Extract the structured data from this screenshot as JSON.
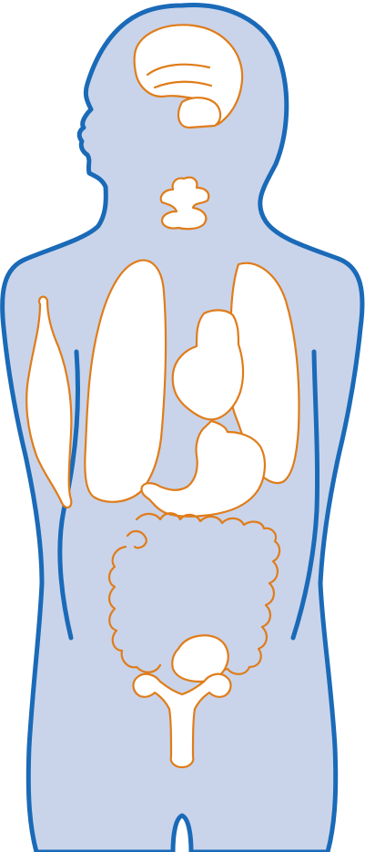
{
  "figure": {
    "type": "human-anatomy-organ-diagram",
    "colors": {
      "background": "#ffffff",
      "body_fill": "#c9d4ea",
      "body_outline": "#1a6ab8",
      "organ_fill": "#ffffff",
      "organ_outline": "#e07c1a"
    },
    "organs": [
      {
        "id": "brain",
        "icon": "brain-icon"
      },
      {
        "id": "pituitary",
        "icon": "pituitary-icon"
      },
      {
        "id": "thyroid",
        "icon": "thyroid-icon"
      },
      {
        "id": "muscle",
        "icon": "muscle-icon"
      },
      {
        "id": "lung-right",
        "icon": "lung-icon"
      },
      {
        "id": "lung-left",
        "icon": "lung-icon"
      },
      {
        "id": "heart",
        "icon": "heart-icon"
      },
      {
        "id": "stomach",
        "icon": "stomach-icon"
      },
      {
        "id": "colon",
        "icon": "colon-icon"
      },
      {
        "id": "small-intestine",
        "icon": "small-intestine-icon"
      },
      {
        "id": "uterus",
        "icon": "uterus-icon"
      }
    ]
  }
}
